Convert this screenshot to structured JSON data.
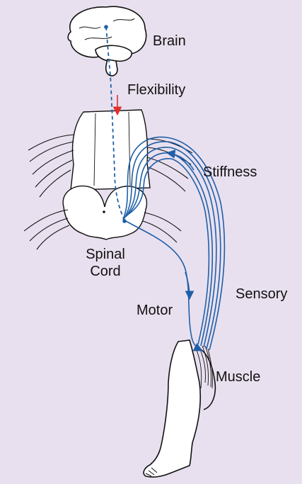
{
  "labels": {
    "brain": "Brain",
    "flexibility": "Flexibility",
    "stiffness": "Stiffness",
    "spinal_line1": "Spinal",
    "spinal_line2": "Cord",
    "sensory": "Sensory",
    "motor": "Motor",
    "muscle": "Muscle"
  },
  "colors": {
    "background": "#e9e0ef",
    "outline": "#111111",
    "pathway": "#1f5fa8",
    "flexibility_arrow": "#e0312b",
    "fill": "#ffffff"
  }
}
